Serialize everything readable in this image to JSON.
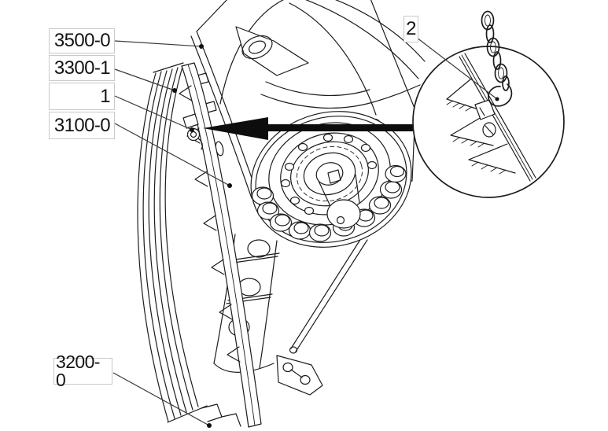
{
  "figure": {
    "background": "#ffffff",
    "stroke": "#1c1c1c",
    "leader_stroke": "#3a3a3a",
    "label_border": "#c9c9c9",
    "label_text": "#141414",
    "arrow_color": "#0d0d0d",
    "dot_color": "#111111"
  },
  "callouts": {
    "items": [
      {
        "text": "3500-0"
      },
      {
        "text": "3300-1"
      },
      {
        "text": "1"
      },
      {
        "text": "3100-0"
      },
      {
        "text": "3200-0"
      },
      {
        "text": "2"
      }
    ]
  }
}
